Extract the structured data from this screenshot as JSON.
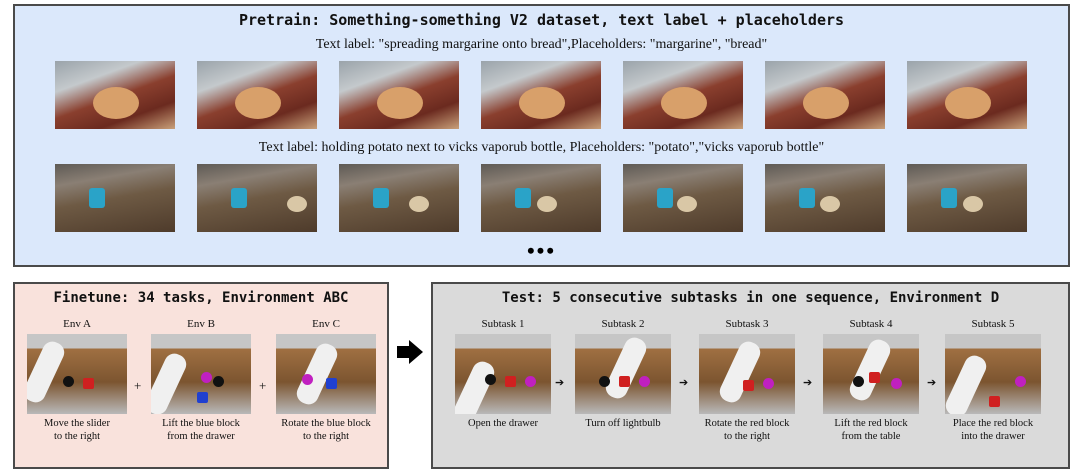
{
  "pretrain": {
    "title": "Pretrain: Something-something V2 dataset, text label + placeholders",
    "row1_caption": "Text label: \"spreading margarine onto bread\",Placeholders: \"margarine\", \"bread\"",
    "row2_caption": "Text label: holding potato next to vicks vaporub bottle, Placeholders: \"potato\",\"vicks vaporub bottle\"",
    "ellipsis": "•••"
  },
  "finetune": {
    "title": "Finetune: 34 tasks, Environment ABC",
    "envs": [
      {
        "label": "Env A",
        "desc1": "Move the slider",
        "desc2": "to the right"
      },
      {
        "label": "Env B",
        "desc1": "Lift the blue block",
        "desc2": "from the drawer"
      },
      {
        "label": "Env C",
        "desc1": "Rotate the blue block",
        "desc2": "to the right"
      }
    ],
    "plus": "+"
  },
  "test": {
    "title": "Test: 5 consecutive subtasks in one sequence, Environment D",
    "subtasks": [
      {
        "label": "Subtask 1",
        "desc1": "Open the drawer",
        "desc2": ""
      },
      {
        "label": "Subtask 2",
        "desc1": "Turn off lightbulb",
        "desc2": ""
      },
      {
        "label": "Subtask 3",
        "desc1": "Rotate the red block",
        "desc2": "to the right"
      },
      {
        "label": "Subtask 4",
        "desc1": "Lift the red block",
        "desc2": "from the table"
      },
      {
        "label": "Subtask 5",
        "desc1": "Place the red block",
        "desc2": "into the drawer"
      }
    ],
    "arrow": "➔"
  }
}
